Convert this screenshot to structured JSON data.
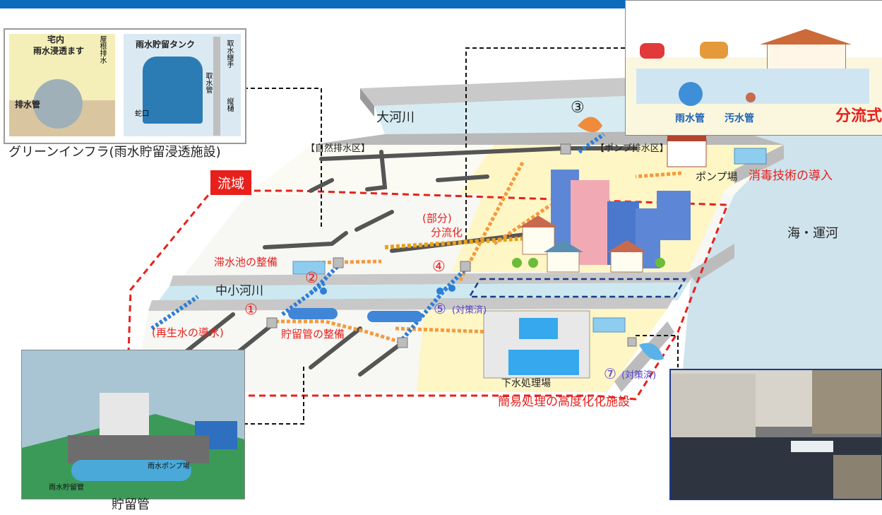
{
  "topbar_color": "#0b6bbd",
  "accent_red": "#e8201c",
  "labels": {
    "river_large": "大河川",
    "river_small": "中小河川",
    "sea": "海・運河",
    "natural_drain": "【自然排水区】",
    "pump_drain": "【ポンプ排水区】",
    "pump_station": "ポンプ場",
    "disinfection": "消毒技術の導入",
    "basin_tag": "流域",
    "partial_sep_1": "(部分)",
    "partial_sep_2": "分流化",
    "detention_pond": "滞水池の整備",
    "reclaimed": "(再生水の導水)",
    "storage_pipe": "貯留管の整備",
    "treatment_plant": "下水処理場",
    "simple_treatment": "簡易処理の高度化化施設",
    "green_infra": "グリーンインフラ(雨水貯留浸透施設)",
    "storage_caption": "貯留管"
  },
  "markers": {
    "m1": "①",
    "m2": "②",
    "m3": "③",
    "m4": "④",
    "m5": "⑤",
    "m5_note": "(対策済)",
    "m7": "⑦",
    "m7_note": "(対策済)"
  },
  "inset_green": {
    "house_title": "宅内",
    "house_sub": "雨水浸透ます",
    "roof": "屋根排水",
    "drain_pipe": "排水管",
    "tank_title": "雨水貯留タンク",
    "intake_handle": "取水継手",
    "intake_pipe": "取水管",
    "downspout": "縦樋",
    "faucet": "蛇口"
  },
  "inset_separate": {
    "rain_pipe": "雨水管",
    "sewage_pipe": "汚水管",
    "system": "分流式"
  },
  "inset_storage": {
    "pump": "雨水ポンプ場",
    "pipe": "雨水貯留管"
  }
}
